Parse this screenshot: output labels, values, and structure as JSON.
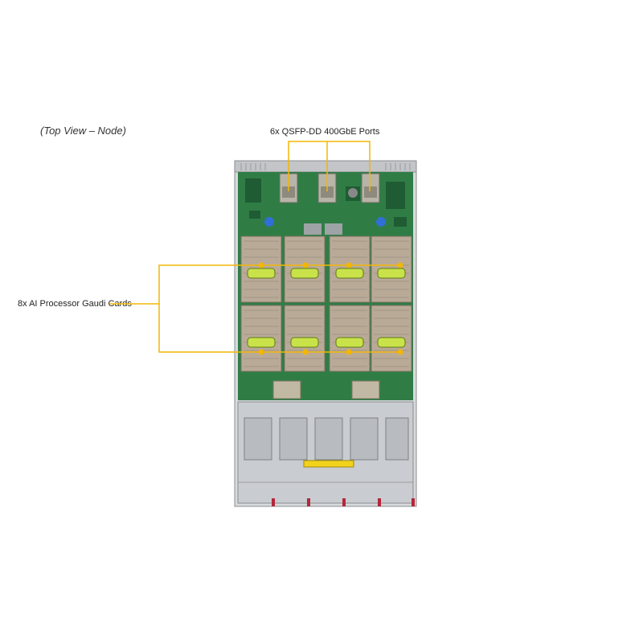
{
  "view_title": "(Top View – Node)",
  "callouts": {
    "ports": "6x QSFP-DD 400GbE Ports",
    "cards": "8x AI Processor Gaudi Cards"
  },
  "colors": {
    "callout_line": "#f2b705",
    "pcb": "#2f7d45",
    "heatsink": "#b9aa98",
    "chassis": "#c9ccd0",
    "clip": "#c9e24a",
    "warning_label": "#f3d21c",
    "screw": "#2f6fd6"
  },
  "icons": {
    "clip": "green-retention-clip",
    "mount": "blue-mount-screw",
    "handle": "red-release-tab"
  }
}
